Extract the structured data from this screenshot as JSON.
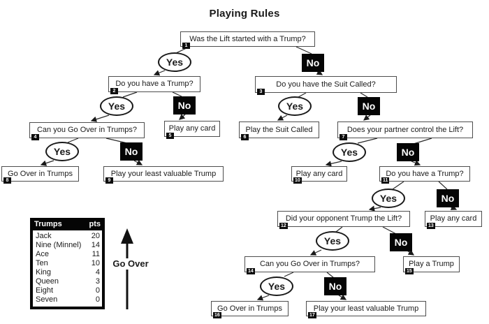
{
  "title": "Playing Rules",
  "labels": {
    "yes": "Yes",
    "no": "No"
  },
  "nodes": {
    "n1": {
      "num": "1",
      "label": "Was the Lift started with a Trump?"
    },
    "n2": {
      "num": "2",
      "label": "Do you have a Trump?"
    },
    "n3": {
      "num": "3",
      "label": "Do you have the Suit Called?"
    },
    "n4": {
      "num": "4",
      "label": "Can you Go Over in Trumps?"
    },
    "n5": {
      "num": "5",
      "label": "Play any card"
    },
    "n6": {
      "num": "6",
      "label": "Play the Suit Called"
    },
    "n7": {
      "num": "7",
      "label": "Does your partner control the Lift?"
    },
    "n8": {
      "num": "8",
      "label": "Go Over in Trumps"
    },
    "n9": {
      "num": "9",
      "label": "Play your least valuable Trump"
    },
    "n10": {
      "num": "10",
      "label": "Play any card"
    },
    "n11": {
      "num": "11",
      "label": "Do you have a Trump?"
    },
    "n12": {
      "num": "12",
      "label": "Did your opponent Trump the Lift?"
    },
    "n13": {
      "num": "13",
      "label": "Play any card"
    },
    "n14": {
      "num": "14",
      "label": "Can you Go Over in Trumps?"
    },
    "n15": {
      "num": "15",
      "label": "Play a Trump"
    },
    "n16": {
      "num": "16",
      "label": "Go Over in Trumps"
    },
    "n17": {
      "num": "17",
      "label": "Play your least valuable Trump"
    }
  },
  "table": {
    "headers": [
      "Trumps",
      "pts"
    ],
    "rows": [
      {
        "name": "Jack",
        "pts": "20"
      },
      {
        "name": "Nine (Minnel)",
        "pts": "14"
      },
      {
        "name": "Ace",
        "pts": "11"
      },
      {
        "name": "Ten",
        "pts": "10"
      },
      {
        "name": "King",
        "pts": "4"
      },
      {
        "name": "Queen",
        "pts": "3"
      },
      {
        "name": "Eight",
        "pts": "0"
      },
      {
        "name": "Seven",
        "pts": "0"
      }
    ]
  },
  "go_over_label": "Go Over",
  "colors": {
    "ink": "#1a1a1a",
    "box_border": "#4d4d4d",
    "background": "#ffffff"
  }
}
